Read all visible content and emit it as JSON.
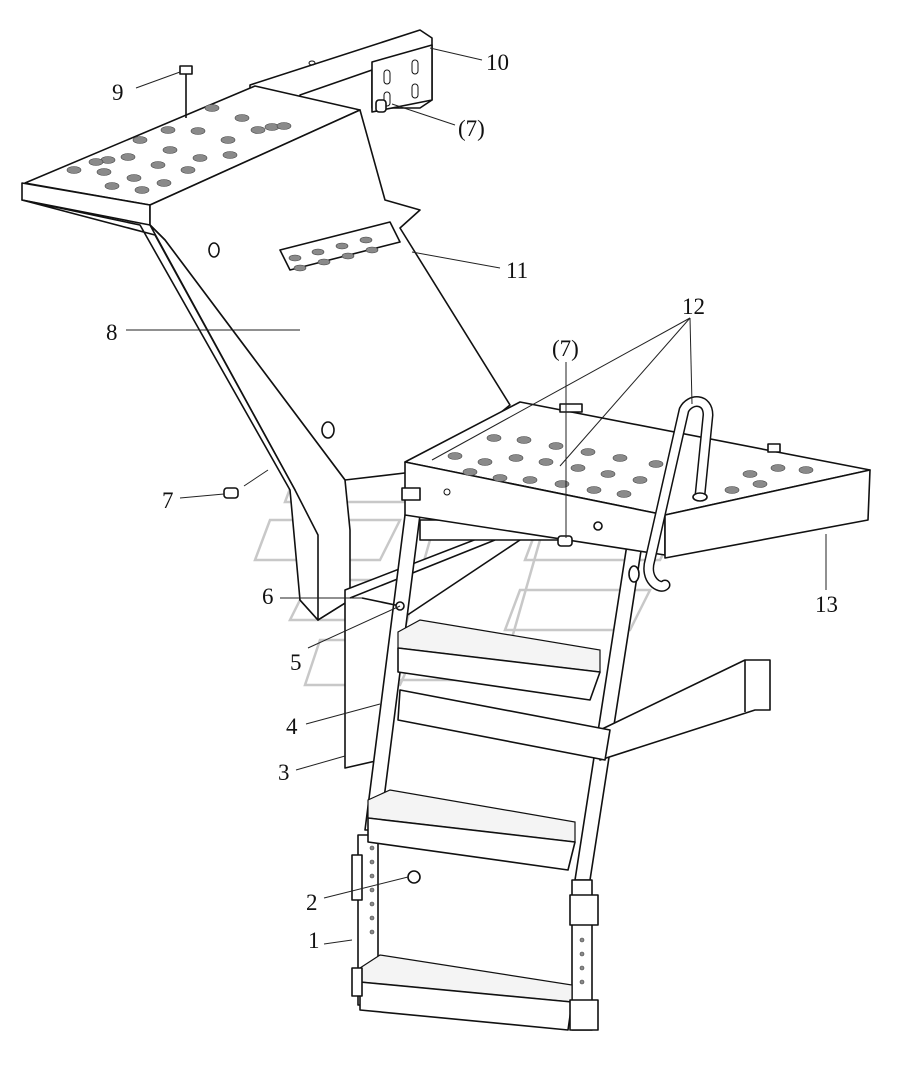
{
  "diagram": {
    "callouts": [
      {
        "id": "c1",
        "label": "1"
      },
      {
        "id": "c2",
        "label": "2"
      },
      {
        "id": "c3",
        "label": "3"
      },
      {
        "id": "c4",
        "label": "4"
      },
      {
        "id": "c5",
        "label": "5"
      },
      {
        "id": "c6",
        "label": "6"
      },
      {
        "id": "c7a",
        "label": "7"
      },
      {
        "id": "c7b",
        "label": "(7)"
      },
      {
        "id": "c7c",
        "label": "(7)"
      },
      {
        "id": "c8",
        "label": "8"
      },
      {
        "id": "c9",
        "label": "9"
      },
      {
        "id": "c10",
        "label": "10"
      },
      {
        "id": "c11",
        "label": "11"
      },
      {
        "id": "c12",
        "label": "12"
      },
      {
        "id": "c13",
        "label": "13"
      }
    ]
  }
}
